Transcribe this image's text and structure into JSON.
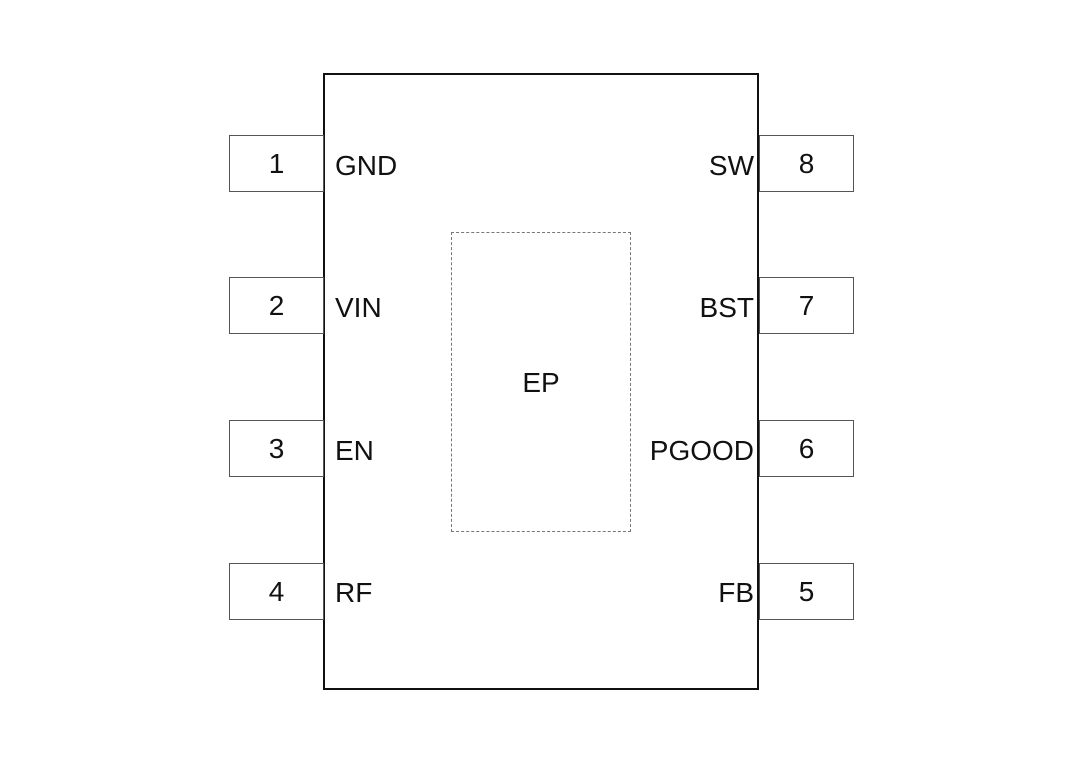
{
  "package": {
    "left_pins": [
      {
        "number": "1",
        "name": "GND"
      },
      {
        "number": "2",
        "name": "VIN"
      },
      {
        "number": "3",
        "name": "EN"
      },
      {
        "number": "4",
        "name": "RF"
      }
    ],
    "right_pins": [
      {
        "number": "8",
        "name": "SW"
      },
      {
        "number": "7",
        "name": "BST"
      },
      {
        "number": "6",
        "name": "PGOOD"
      },
      {
        "number": "5",
        "name": "FB"
      }
    ],
    "exposed_pad_label": "EP"
  }
}
